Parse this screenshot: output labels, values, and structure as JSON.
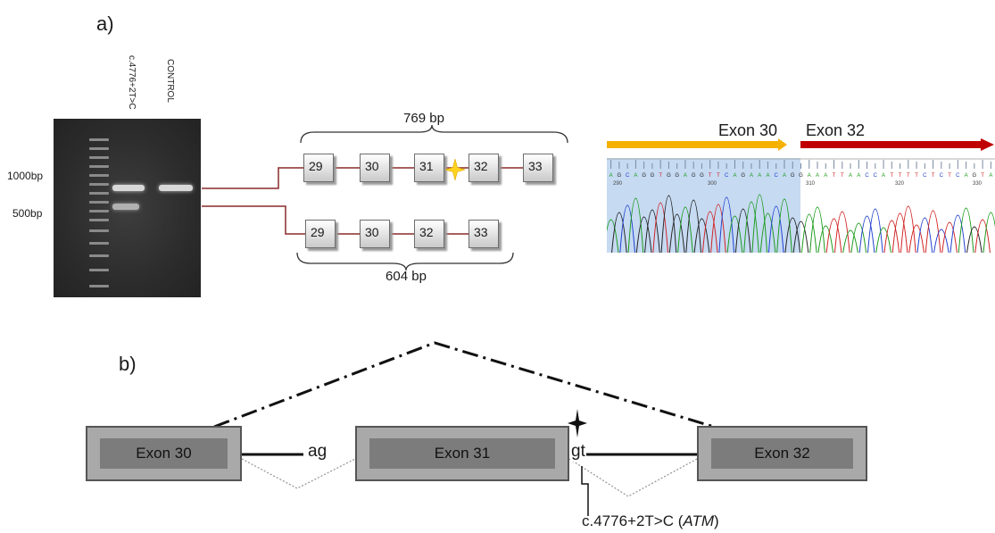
{
  "panel_a": {
    "label": "a)",
    "gel": {
      "lane_labels": [
        "c.4776+2T>C",
        "CONTROL"
      ],
      "size_markers": [
        "1000bp",
        "500bp"
      ]
    },
    "splicing": {
      "top_size": "769 bp",
      "bottom_size": "604 bp",
      "top_exons": [
        "29",
        "30",
        "31",
        "32",
        "33"
      ],
      "bottom_exons": [
        "29",
        "30",
        "32",
        "33"
      ]
    },
    "chromatogram": {
      "left_exon": "Exon 30",
      "right_exon": "Exon 32",
      "sequence": "AGCAGGTGGAGGTTCAGAAACAGGAAATTAACCATTTTCTCTCAGTA",
      "positions": [
        "290",
        "300",
        "310",
        "320",
        "330"
      ],
      "colors": {
        "left_arrow": "#f5b100",
        "right_arrow": "#c00000",
        "highlight": "#c6daf2"
      }
    }
  },
  "panel_b": {
    "label": "b)",
    "exons": [
      "Exon 30",
      "Exon 31",
      "Exon 32"
    ],
    "acceptor": "ag",
    "donor": "gt",
    "variant_prefix": "c.4776+2T>C (",
    "gene": "ATM",
    "variant_suffix": ")"
  }
}
